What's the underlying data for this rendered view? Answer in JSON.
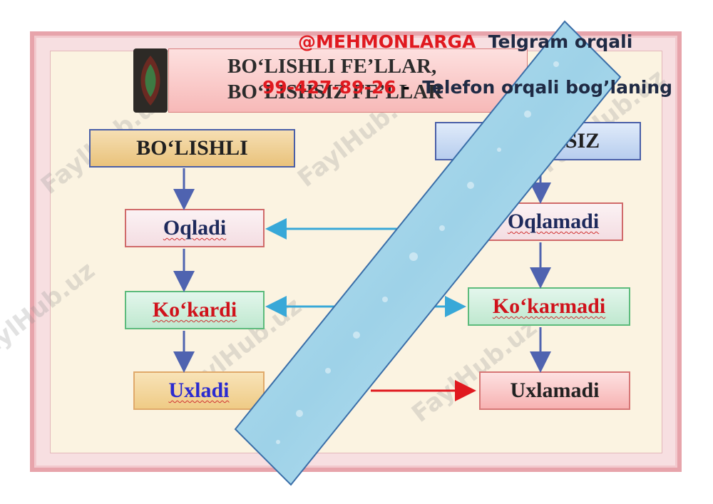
{
  "title": {
    "line1": "BO‘LISHLI FE’LLAR,",
    "line2": "BO‘LISHSIZ FE’LLAR"
  },
  "columns": {
    "left_header": "BO‘LISHLI",
    "right_header": "BO‘LISHSIZ"
  },
  "left_nodes": [
    "Oqladi",
    "Ko‘kardi",
    "Uxladi"
  ],
  "right_nodes": [
    "Oqlamadi",
    "Ko‘karmadi",
    "Uxlamadi"
  ],
  "overlay": {
    "handle": "@MEHMONLARGA",
    "telegram": "Telgram orqali",
    "phone": "99-427-89-26",
    "phone_text": "Telefon orqali  bog’laning"
  },
  "watermark": "FaylHub.uz"
}
